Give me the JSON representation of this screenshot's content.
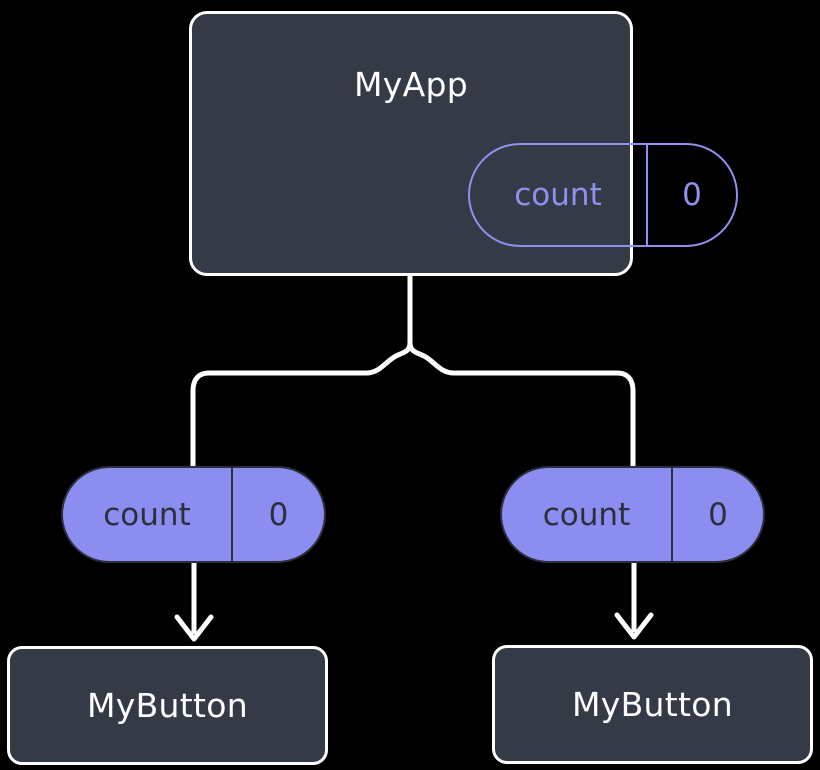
{
  "diagram": {
    "title_node": {
      "label": "MyApp",
      "state": {
        "key": "count",
        "value": "0"
      }
    },
    "children": [
      {
        "state": {
          "key": "count",
          "value": "0"
        },
        "label": "MyButton"
      },
      {
        "state": {
          "key": "count",
          "value": "0"
        },
        "label": "MyButton"
      }
    ],
    "colors": {
      "background": "#000000",
      "node_fill": "#343a46",
      "node_border": "#ffffff",
      "node_text": "#ffffff",
      "pill_outline": "#8f90ef",
      "pill_fill": "#8c8df0",
      "pill_text_dark": "#2b303b",
      "edge": "#ffffff",
      "arrow": "#ffffff"
    },
    "edges": {
      "parent_split_label": "MyApp to children branch",
      "arrow_left_label": "count to MyButton",
      "arrow_right_label": "count to MyButton"
    }
  }
}
